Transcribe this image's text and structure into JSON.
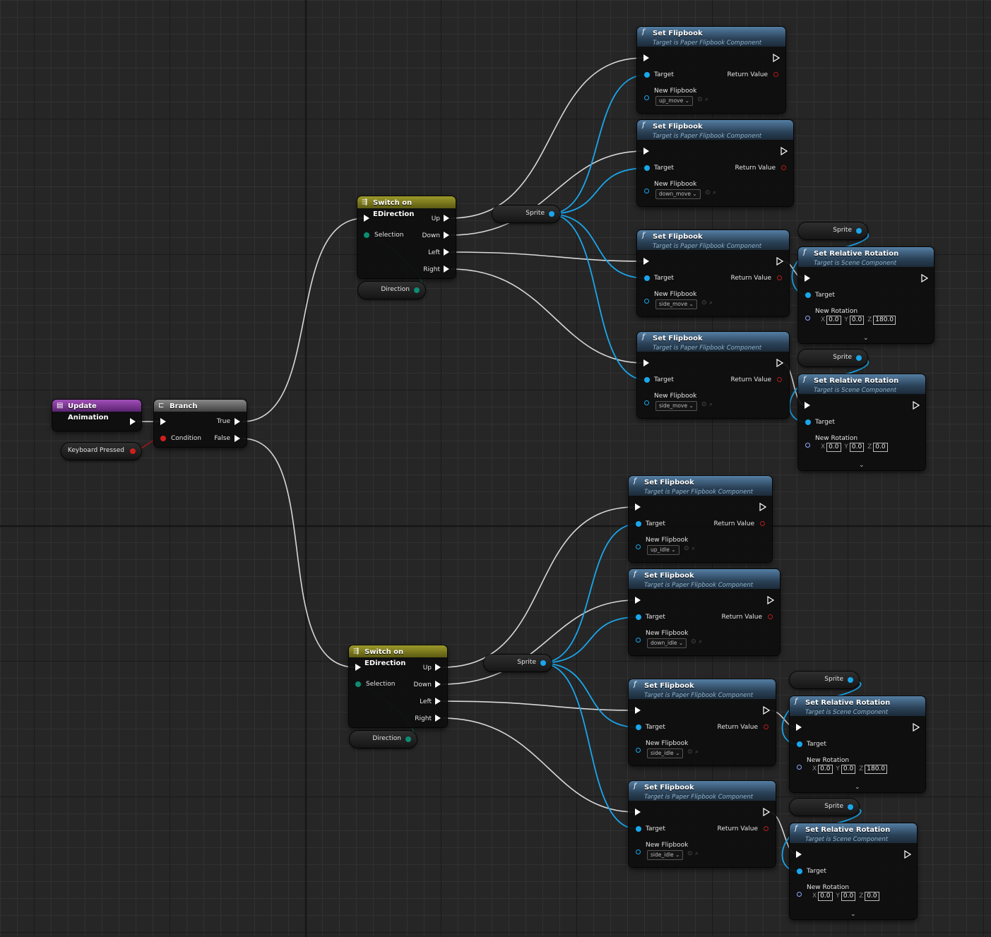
{
  "labels": {
    "set_flipbook": "Set Flipbook",
    "set_flipbook_target": "Target is Paper Flipbook Component",
    "set_rel_rot": "Set Relative Rotation",
    "set_rel_rot_target": "Target is Scene Component",
    "target": "Target",
    "return_value": "Return Value",
    "new_flipbook": "New Flipbook",
    "new_rotation": "New Rotation",
    "switch": "Switch on EDirection",
    "selection": "Selection",
    "up": "Up",
    "down": "Down",
    "left": "Left",
    "right": "Right",
    "direction": "Direction",
    "sprite": "Sprite",
    "update_animation": "Update Animation",
    "branch": "Branch",
    "condition": "Condition",
    "true": "True",
    "false": "False",
    "keyboard_pressed": "Keyboard Pressed",
    "x": "X",
    "y": "Y",
    "z": "Z"
  },
  "icons": {
    "function": "function-icon",
    "switch": "switch-icon",
    "event": "event-icon",
    "branch": "branch-icon",
    "dropdown": "chevron-down-icon",
    "browse": "browse-icon",
    "search": "search-icon"
  },
  "colors": {
    "exec_wire": "#d8d8d8",
    "object_wire": "#1aa6ec",
    "bool_wire": "#a11919",
    "enum_wire": "#0a6b55",
    "function_header": "#3b6385",
    "switch_header": "#8c8a20",
    "event_header": "#8a3aa3"
  },
  "flipbooks": {
    "up_move": "up_move",
    "down_move": "down_move",
    "side_move_1": "side_move",
    "side_move_2": "side_move",
    "up_idle": "up_idle",
    "down_idle": "down_idle",
    "side_idle_1": "side_idle",
    "side_idle_2": "side_idle"
  },
  "rotations": {
    "move_left": {
      "x": "0.0",
      "y": "0.0",
      "z": "180.0"
    },
    "move_right": {
      "x": "0.0",
      "y": "0.0",
      "z": "0.0"
    },
    "idle_left": {
      "x": "0.0",
      "y": "0.0",
      "z": "180.0"
    },
    "idle_right": {
      "x": "0.0",
      "y": "0.0",
      "z": "0.0"
    }
  }
}
